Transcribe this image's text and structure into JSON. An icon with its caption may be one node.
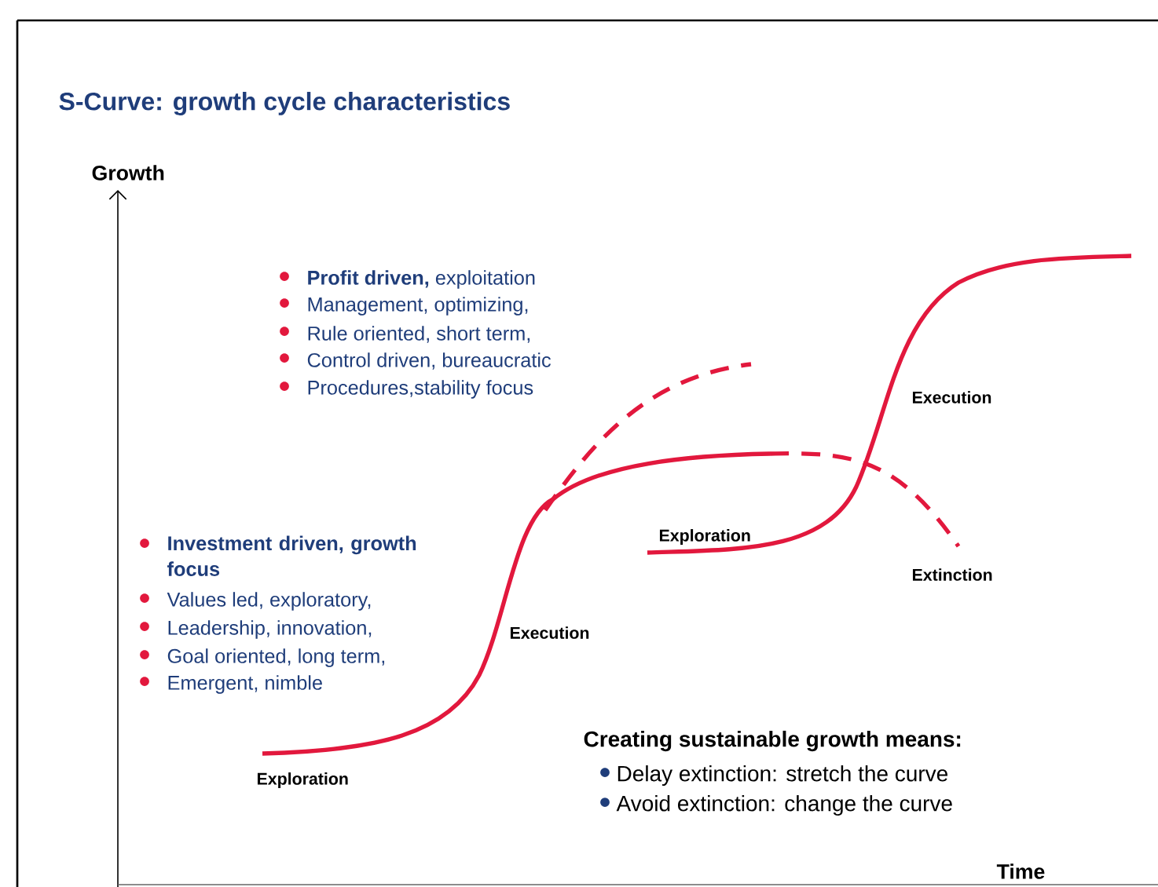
{
  "diagram": {
    "title": "S-Curve: growth cycle characteristics",
    "labels": [
      "Growth",
      "**Profit driven,** exploitation",
      "Management, optimizing,",
      "Rule oriented, short term,",
      "Control driven, bureaucratic",
      "Procedures,stability focus",
      "Execution",
      "Exploration",
      "Investment driven, growth focus",
      "Values led, exploratory,",
      "Leadership, innovation,",
      "Goal oriented, long term,",
      "Emergent, nimble",
      "Extinction",
      "Execution",
      "Creating sustainable growth means:",
      "Exploration",
      "Delay extinction: stretch the curve",
      "Avoid extinction: change the curve",
      "Time"
    ]
  }
}
